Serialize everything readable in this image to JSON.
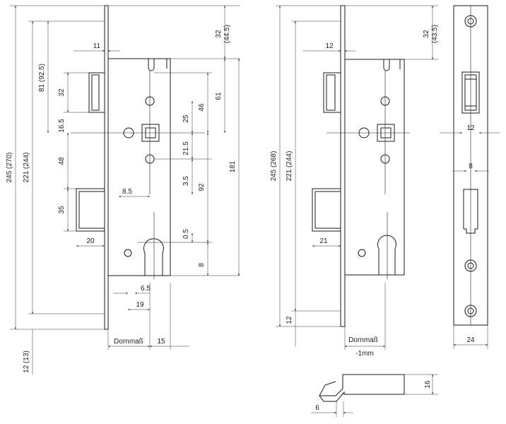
{
  "left_view": {
    "dims": {
      "total_height": "245 (270)",
      "body_height": "221 (244)",
      "bottom_offset": "12 (13)",
      "top_offset": "32",
      "top_offset_alt": "(44.5)",
      "follower_to_top": "81 (92.5)",
      "latch_height": "32",
      "latch_width": "11",
      "follower_offset": "16.5",
      "latch_to_bolt": "48",
      "bolt_height": "35",
      "bolt_throw": "20",
      "spindle_dist": "25",
      "follower_pitch": "46",
      "top_to_follower": "61",
      "secondary_gap": "21.5",
      "secondary_offset": "3.5",
      "centre_distance": "92",
      "cylinder_offset": "0.5",
      "cylinder_bottom": "8",
      "lever_offset": "8.5",
      "overall_181": "181",
      "cyl_gap": "6.5",
      "cyl_width": "19",
      "backset_label": "Dornmaß",
      "faceplate_15": "15"
    }
  },
  "middle_view": {
    "dims": {
      "total_height": "245 (268)",
      "body_height": "221 (244)",
      "top_offset": "32",
      "top_offset_alt": "(43.5)",
      "latch_width": "12",
      "bolt_throw": "21",
      "bottom_offset": "12",
      "backset_label": "Dornmaß",
      "backset_note": "-1mm"
    }
  },
  "faceplate_view": {
    "dims": {
      "latch_width": "12",
      "slot_width": "8",
      "plate_width": "24"
    }
  },
  "latch_detail": {
    "dims": {
      "height": "16",
      "lip": "6"
    }
  }
}
